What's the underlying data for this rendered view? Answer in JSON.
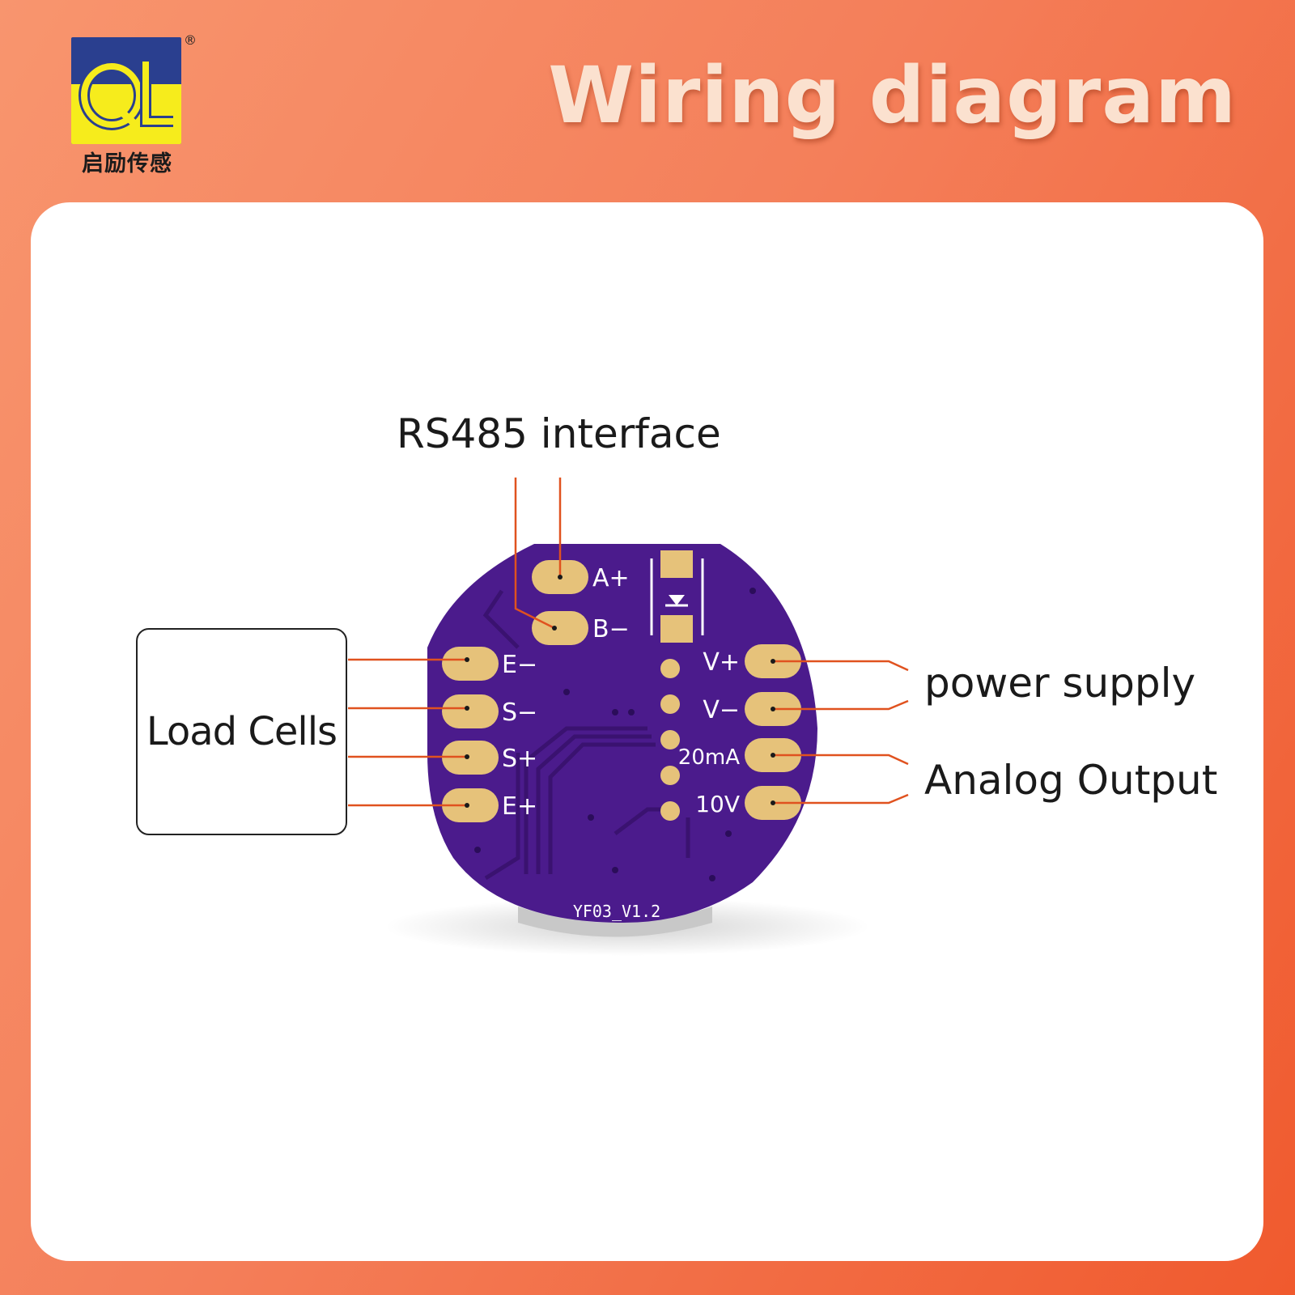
{
  "brand": {
    "logo_text": "QL",
    "chinese_name": "启励传感",
    "registered_mark": "®"
  },
  "title": "Wiring diagram",
  "labels": {
    "rs485": "RS485 interface",
    "load_cells": "Load Cells",
    "power_supply": "power supply",
    "analog_output": "Analog Output"
  },
  "board": {
    "silkscreen_version": "YF03_V1.2",
    "pins_top": [
      "A+",
      "B−"
    ],
    "pins_left": [
      "E−",
      "S−",
      "S+",
      "E+"
    ],
    "pins_right": [
      "V+",
      "V−",
      "20mA",
      "10V"
    ]
  },
  "colors": {
    "accent": "#f05a2e",
    "wire": "#e0521f",
    "pcb": "#4b1b8c",
    "pad": "#e6c27a",
    "logo_blue": "#2a3f8f",
    "logo_yellow": "#f6ec1c"
  }
}
